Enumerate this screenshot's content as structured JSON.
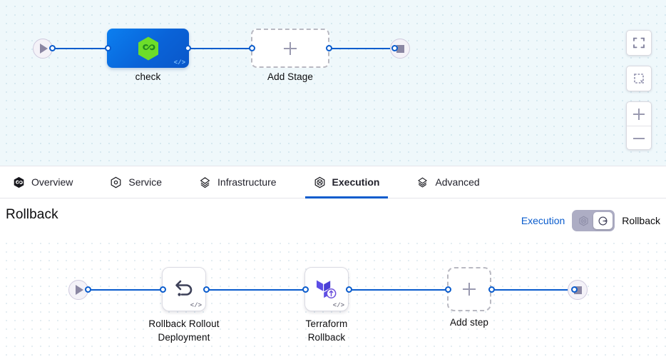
{
  "top_pipeline": {
    "start_node": {
      "name": "start-node",
      "icon": "play-icon"
    },
    "end_node": {
      "name": "end-node",
      "icon": "stop-square-icon"
    },
    "stages": [
      {
        "label": "check",
        "icon": "harness-hexagon-icon",
        "badge": "</>",
        "type": "stage"
      },
      {
        "label": "Add Stage",
        "icon": "plus-icon",
        "type": "add"
      }
    ]
  },
  "controls": {
    "fit_screen": "fit-screen-icon",
    "selection": "selection-box-icon",
    "zoom_in": "zoom-in-icon",
    "zoom_out": "zoom-out-icon"
  },
  "tabs": [
    {
      "label": "Overview",
      "icon": "harness-overview-icon",
      "active": false
    },
    {
      "label": "Service",
      "icon": "service-hexagon-icon",
      "active": false
    },
    {
      "label": "Infrastructure",
      "icon": "infrastructure-layers-icon",
      "active": false
    },
    {
      "label": "Execution",
      "icon": "execution-icon",
      "active": true
    },
    {
      "label": "Advanced",
      "icon": "advanced-layers-icon",
      "active": false
    }
  ],
  "section": {
    "title": "Rollback",
    "toggle": {
      "left_label": "Execution",
      "right_label": "Rollback",
      "left_icon": "execution-icon",
      "right_icon": "rollback-circle-arrow-icon",
      "selected": "Rollback"
    }
  },
  "rollback_pipeline": {
    "start_node": {
      "name": "start-node",
      "icon": "play-icon"
    },
    "end_node": {
      "name": "end-node",
      "icon": "stop-square-icon"
    },
    "steps": [
      {
        "label": "Rollback Rollout\nDeployment",
        "line1": "Rollback Rollout",
        "line2": "Deployment",
        "icon": "undo-arrow-icon",
        "badge": "</>",
        "type": "step"
      },
      {
        "label": "Terraform\nRollback",
        "line1": "Terraform",
        "line2": "Rollback",
        "icon": "terraform-rollback-icon",
        "badge": "</>",
        "type": "step"
      },
      {
        "label": "Add step",
        "line1": "Add step",
        "line2": "",
        "icon": "plus-icon",
        "type": "add"
      }
    ]
  },
  "colors": {
    "accent_blue": "#0a5ccd",
    "stage_blue": "#0a63d8",
    "harness_green": "#5fd32a",
    "terraform_purple": "#5c4ee5",
    "canvas_top": "#eff8fb",
    "canvas_bottom": "#ffffff",
    "node_gray": "#8b87a3"
  }
}
